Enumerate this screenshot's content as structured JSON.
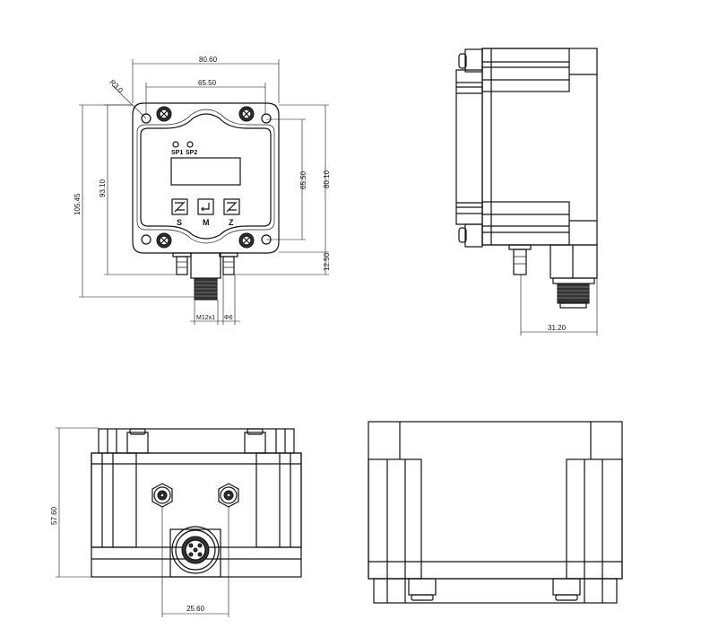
{
  "front_view": {
    "dims": {
      "overall_width": "80.60",
      "hole_spacing_h": "65.50",
      "corner_radius": "R3.0",
      "overall_height": "105.45",
      "body_height": "93.10",
      "hole_spacing_v": "65.50",
      "case_height": "80.10",
      "fitting_length": "12.50",
      "connector_thread": "M12x1",
      "fitting_diameter": "Φ6"
    },
    "leds": [
      "SP1",
      "SP2"
    ],
    "buttons": [
      "S",
      "M",
      "Z"
    ]
  },
  "side_view": {
    "dims": {
      "depth": "31.20"
    }
  },
  "bottom_view": {
    "dims": {
      "height": "57.60",
      "fitting_spacing": "25.60"
    }
  }
}
